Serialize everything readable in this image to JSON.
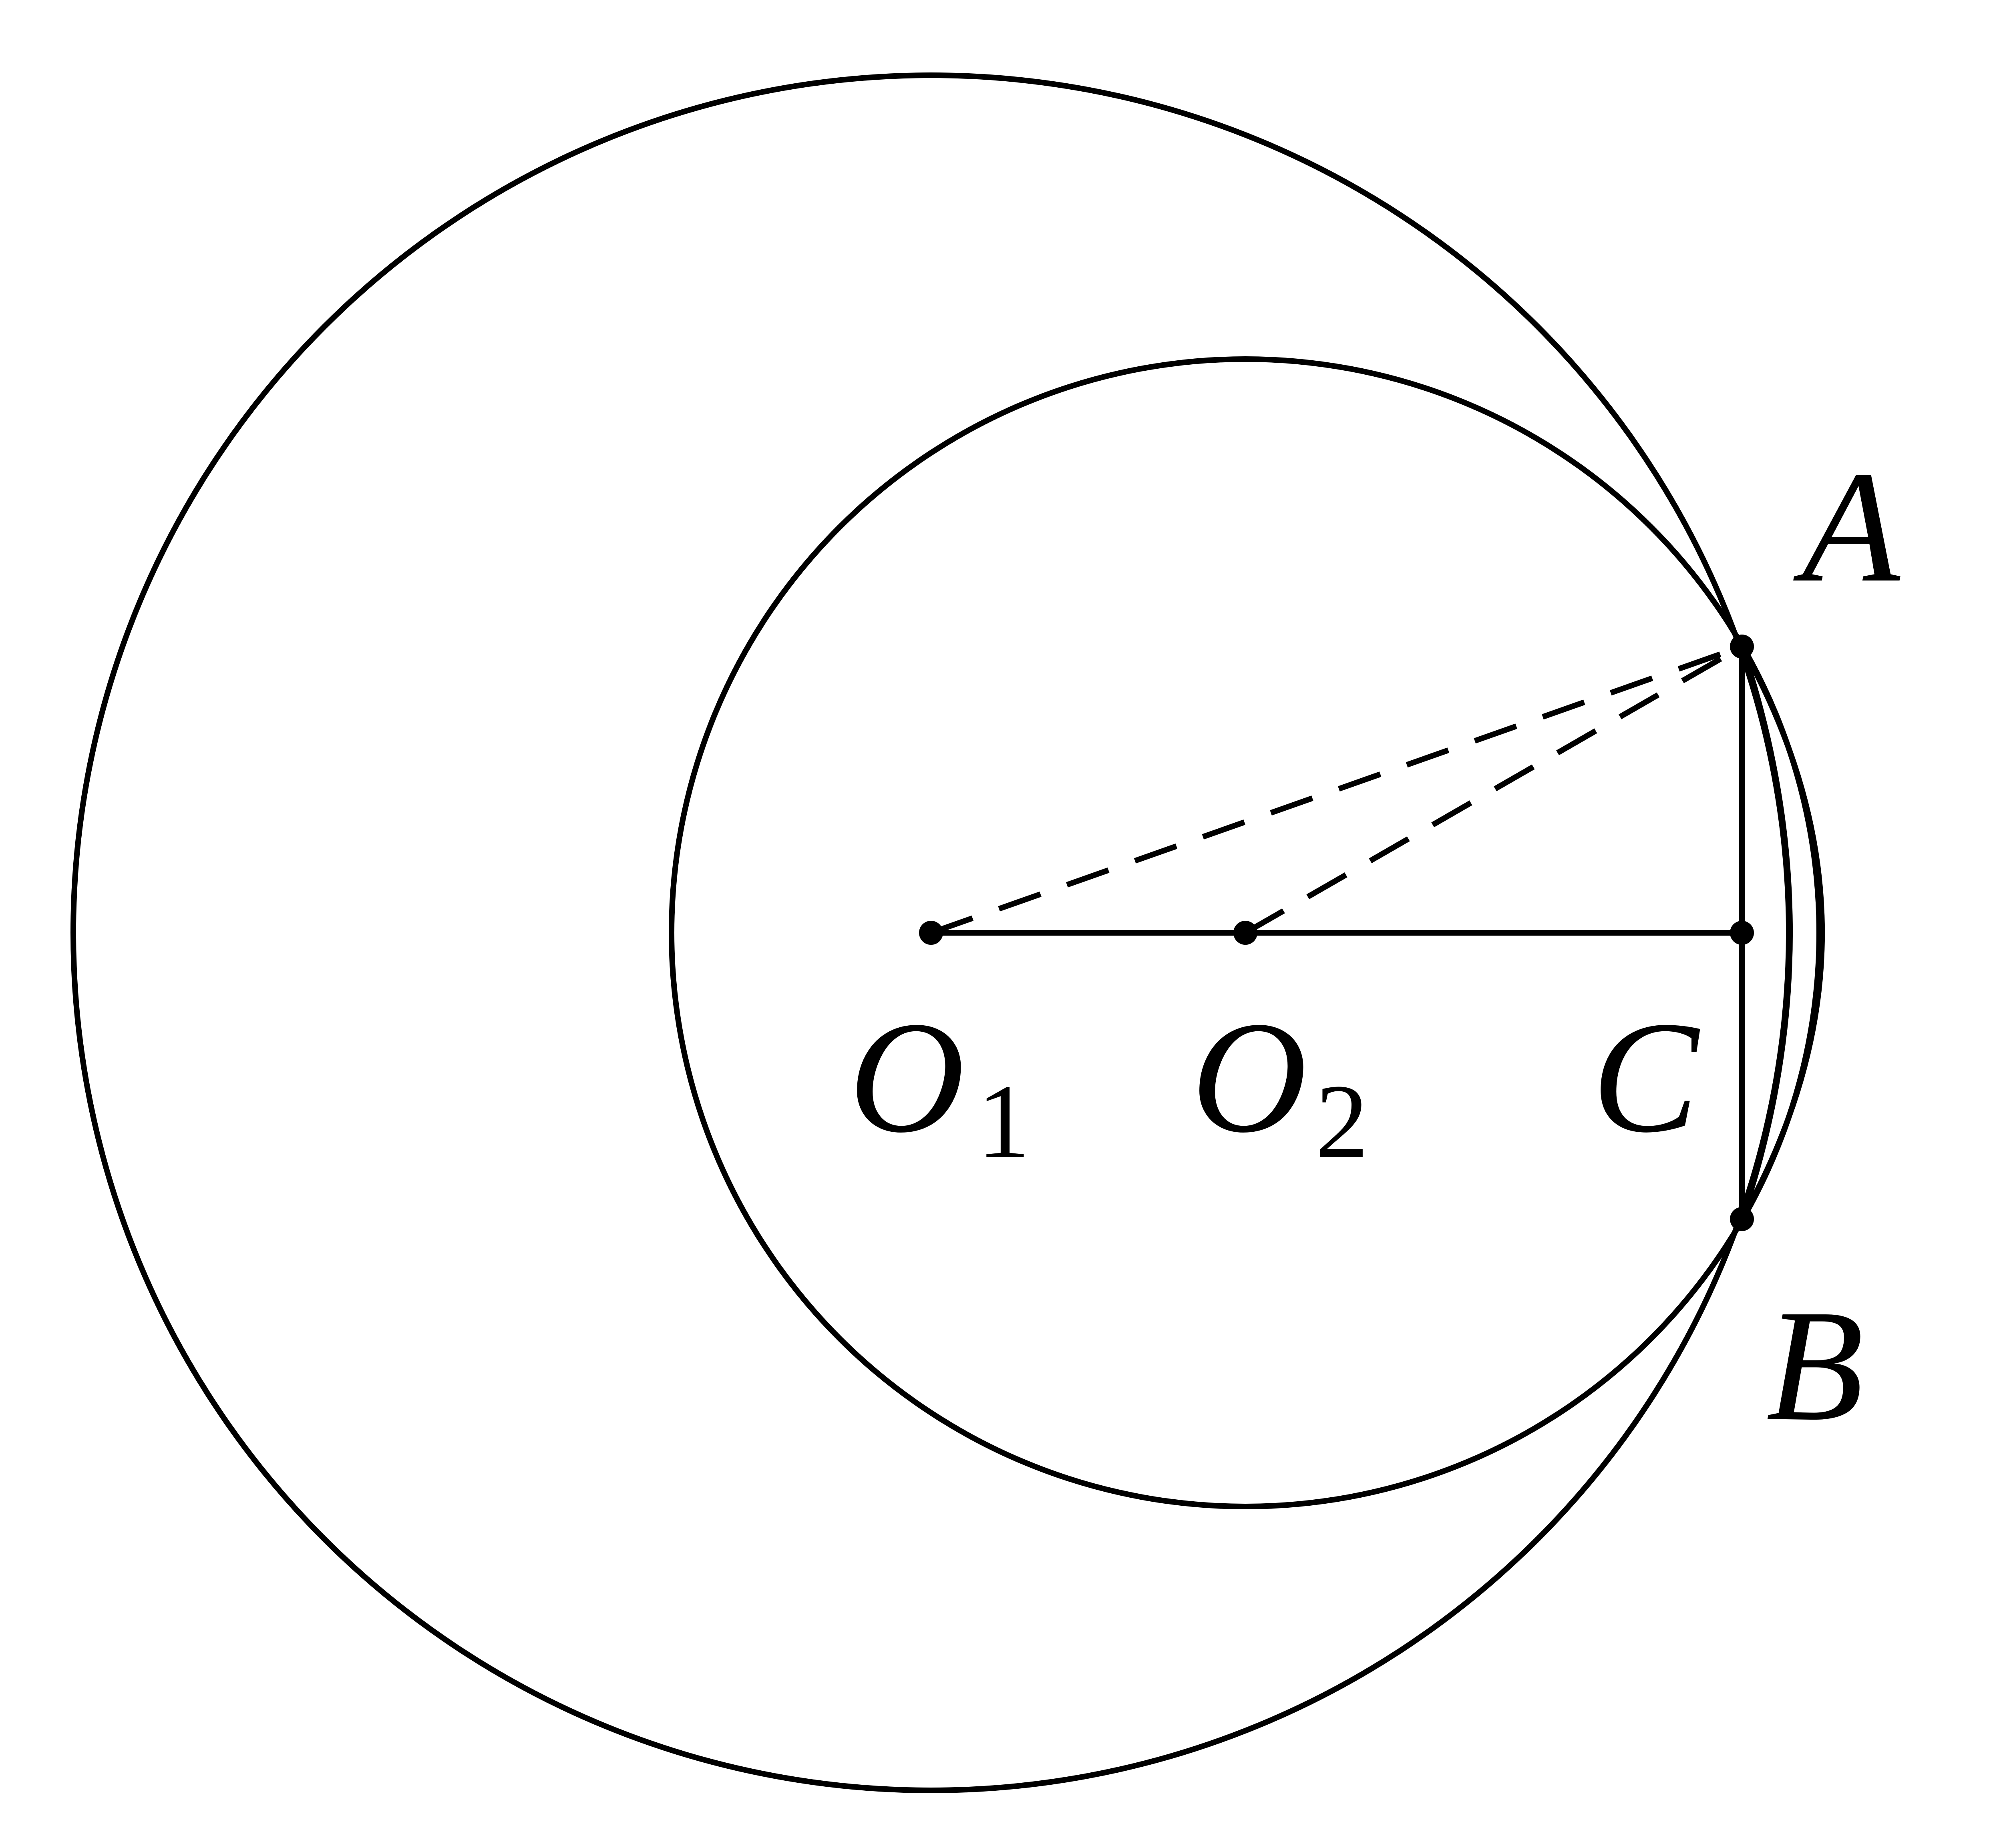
{
  "labels": {
    "A": "A",
    "B": "B",
    "C": "C",
    "O1": "O",
    "O1_sub": "1",
    "O2": "O",
    "O2_sub": "2"
  },
  "colors": {
    "stroke": "#000000",
    "background": "#ffffff"
  }
}
